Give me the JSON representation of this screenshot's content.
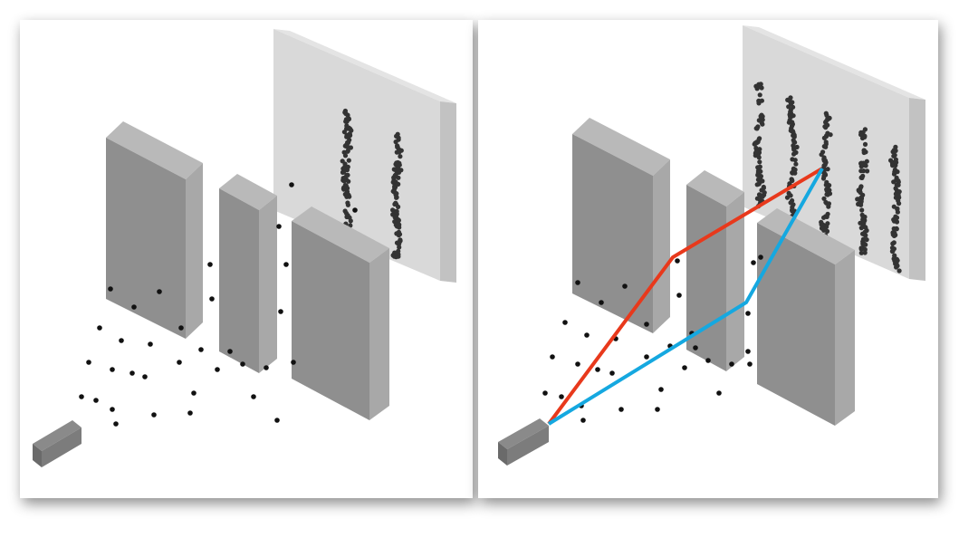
{
  "title": "",
  "panels": [
    {
      "id": "left",
      "label": "",
      "screen_pattern_bands": 2,
      "shows_paths": false
    },
    {
      "id": "right",
      "label": "",
      "screen_pattern_bands": 5,
      "shows_paths": true
    }
  ],
  "colors": {
    "panel_background": "#ffffff",
    "screen_face": "#d8d8d8",
    "screen_side": "#c4c4c4",
    "screen_top": "#e2e2e2",
    "slab_face": "#8f8f8f",
    "slab_side": "#a9a9a9",
    "slab_top": "#b8b8b8",
    "source_face": "#6f6f6f",
    "particle": "#111111",
    "screen_particle": "#333333",
    "path_a": "#e8391c",
    "path_b": "#15a8e0"
  },
  "icons": {
    "source": "particle-source-box",
    "barrier": "slit-barrier-slabs",
    "screen": "detection-screen",
    "particles": "particle-dots"
  },
  "paths": [
    {
      "name": "",
      "color_key": "path_a",
      "via": "upper-slit"
    },
    {
      "name": "",
      "color_key": "path_b",
      "via": "lower-slit"
    }
  ]
}
